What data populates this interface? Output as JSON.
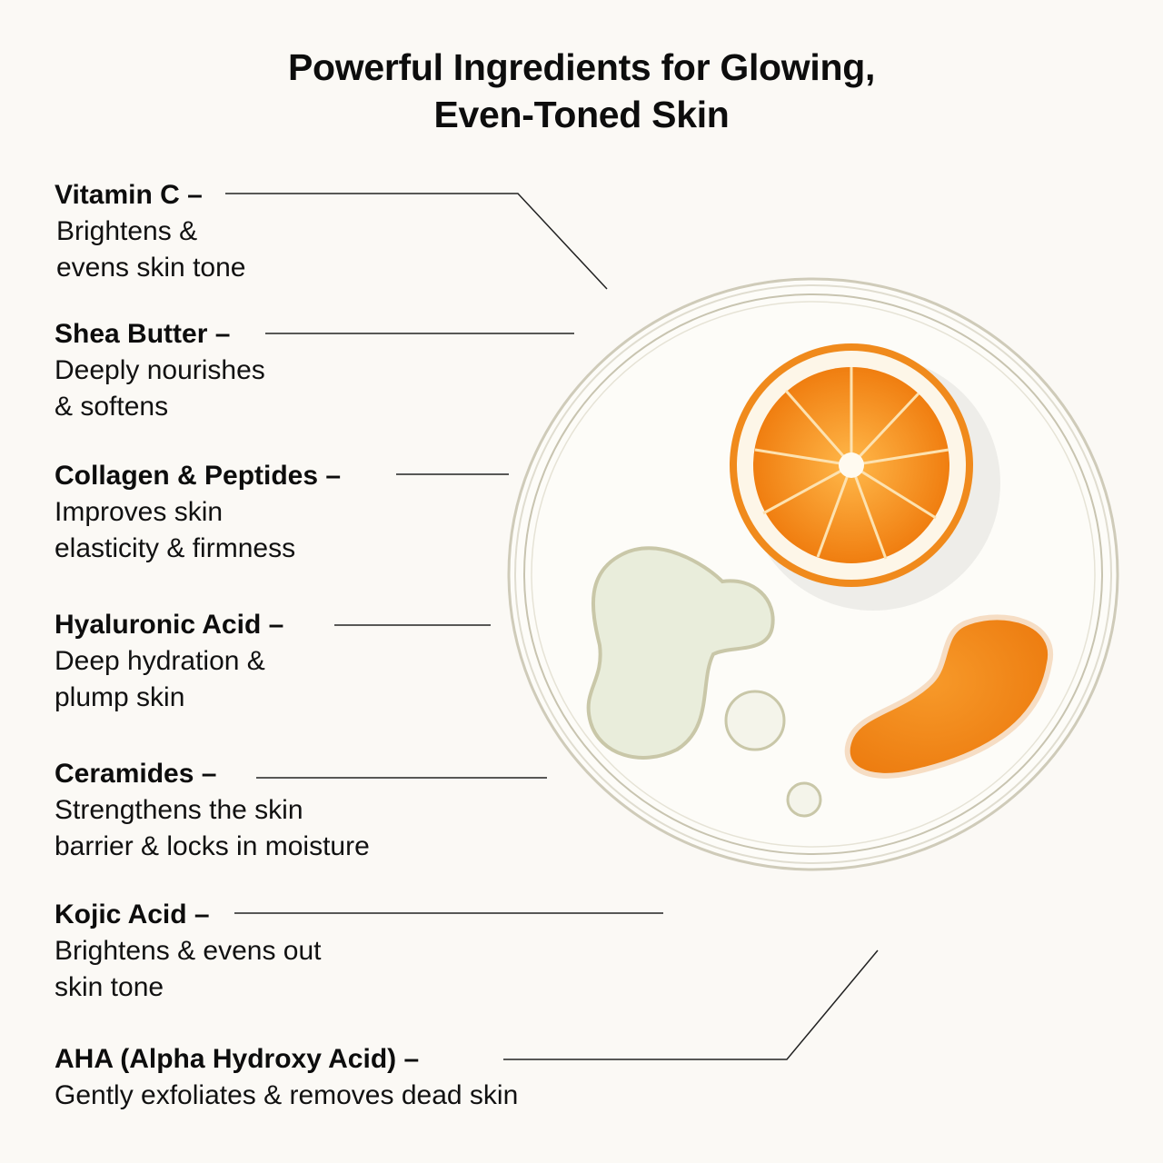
{
  "title": {
    "line1": "Powerful Ingredients for Glowing,",
    "line2": "Even-Toned Skin"
  },
  "ingredients": [
    {
      "name": "Vitamin C –",
      "desc": " Brightens &\n evens skin tone"
    },
    {
      "name": "Shea Butter –",
      "desc": "Deeply nourishes\n& softens"
    },
    {
      "name": "Collagen & Peptides –",
      "desc": "Improves skin\nelasticity & firmness"
    },
    {
      "name": "Hyaluronic Acid  –",
      "desc": "Deep hydration &\nplump skin"
    },
    {
      "name": "Ceramides –",
      "desc": "Strengthens the skin\nbarrier & locks in moisture"
    },
    {
      "name": "Kojic Acid –",
      "desc": "Brightens & evens out\nskin tone"
    },
    {
      "name": " AHA (Alpha Hydroxy Acid)  –",
      "desc": "Gently exfoliates & removes dead skin"
    }
  ],
  "image": {
    "subject": "petri-dish-with-orange-slice-serum-and-gel",
    "colors": {
      "background": "#fbf9f5",
      "orange": "#f08a1c",
      "orange_pith": "#fdf6e8",
      "serum": "#e8ecd8",
      "glass": "#c9c6b4",
      "line": "#222222"
    }
  }
}
